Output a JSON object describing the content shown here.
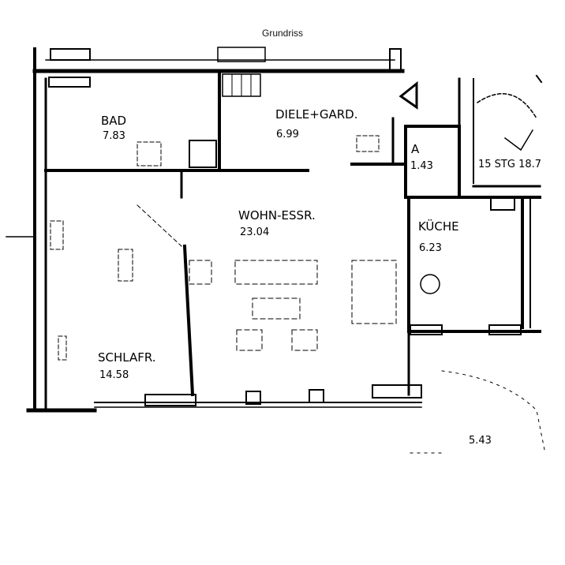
{
  "title": "Grundriss",
  "rooms": [
    {
      "id": "bad",
      "name": "BAD",
      "area": "7.83"
    },
    {
      "id": "diele",
      "name": "DIELE+GARD.",
      "area": "6.99"
    },
    {
      "id": "abstell",
      "name": "A",
      "area": "1.43"
    },
    {
      "id": "wohn",
      "name": "WOHN-ESSR.",
      "area": "23.04"
    },
    {
      "id": "kueche",
      "name": "KÜCHE",
      "area": "6.23"
    },
    {
      "id": "schlaf",
      "name": "SCHLAFR.",
      "area": "14.58"
    },
    {
      "id": "balkon",
      "name": "",
      "area": "5.43"
    }
  ],
  "stair_label": "15 STG 18.7",
  "entry_marker": "entrance-arrow"
}
